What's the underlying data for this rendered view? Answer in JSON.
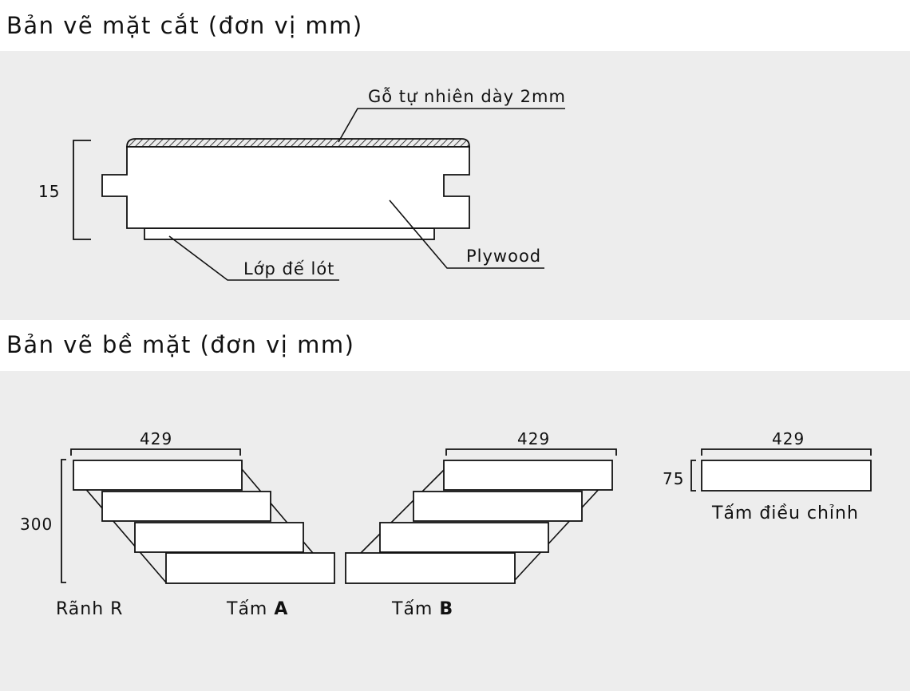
{
  "section_cross": {
    "title": "Bản vẽ mặt cắt (đơn vị mm)",
    "labels": {
      "veneer": "Gỗ tự nhiên dày 2mm",
      "plywood": "Plywood",
      "backing": "Lớp đế lót",
      "thickness": "15"
    }
  },
  "section_surface": {
    "title": "Bản vẽ bề mặt (đơn vị mm)",
    "dims": {
      "width_a": "429",
      "width_b": "429",
      "width_adjust": "429",
      "length": "300",
      "adjust_height": "75"
    },
    "captions": {
      "groove": "Rãnh R",
      "panel_a_prefix": "Tấm ",
      "panel_a_letter": "A",
      "panel_b_prefix": "Tấm ",
      "panel_b_letter": "B",
      "adjust": "Tấm điều chỉnh"
    }
  },
  "colors": {
    "panel_bg": "#ededed",
    "line": "#111111",
    "board": "#ffffff"
  }
}
